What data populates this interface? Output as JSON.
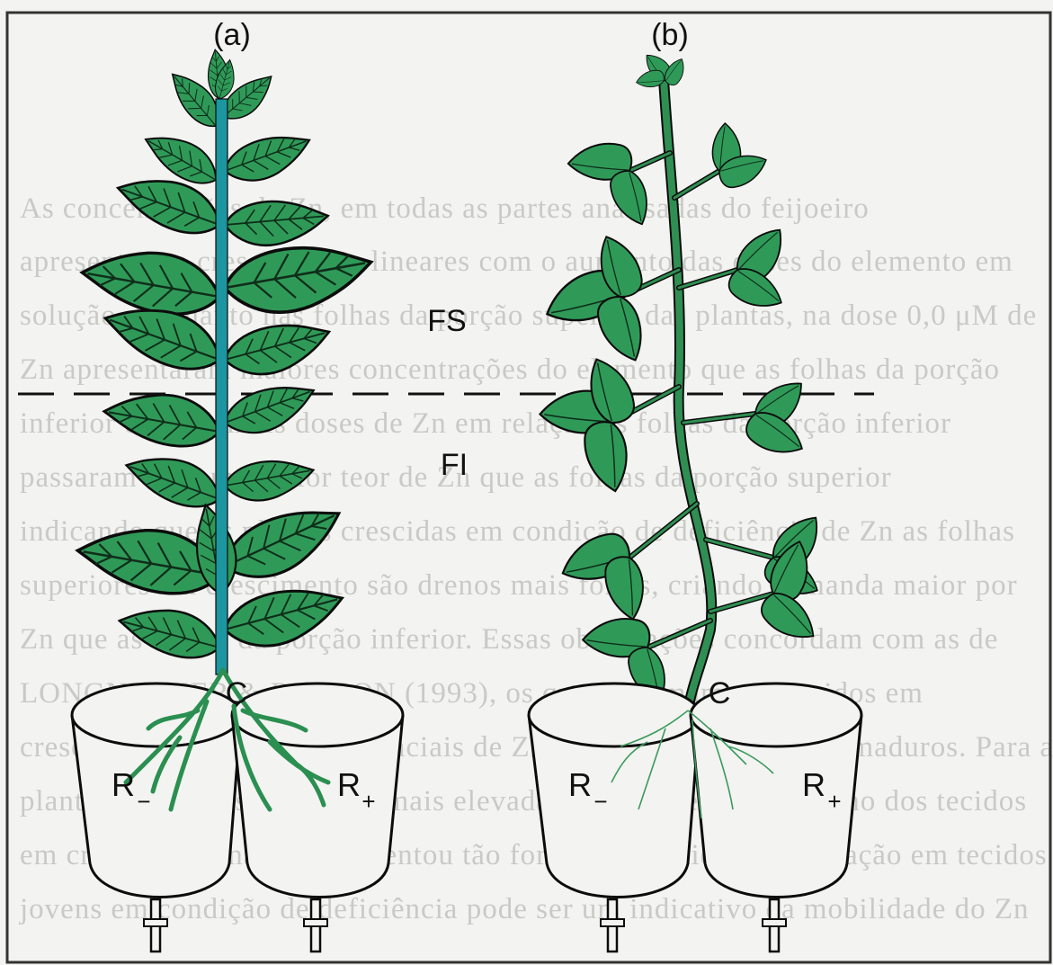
{
  "panel_labels": {
    "a": "(a)",
    "b": "(b)"
  },
  "zone_labels": {
    "upper": "FS",
    "lower": "FI"
  },
  "pot_labels": {
    "center": "C",
    "left_root": "R",
    "left_sub": "−",
    "right_root": "R",
    "right_sub": "+"
  },
  "background_text_lines": [
    "        As concentrações de Zn, em todas as partes analisadas do feijoeiro",
    "apresentaram crescimentos lineares com o aumento das doses do elemento em",
    "solução. Enquanto nas folhas da porção superior das plantas, na dose 0,0 μM de",
    "Zn apresentaram maiores concentrações do elemento que as folhas da porção",
    "inferior e nas demais doses de Zn em relação às folhas da porção inferior",
    "passaram a ter um maior teor de Zn que as folhas da porção superior",
    "indicando que as plantas crescidas em condição de deficiência de Zn as folhas",
    "superiores em crescimento são drenos mais fortes, criando demanda maior por",
    "Zn que as folhas da porção inferior. Essas observações concordam com as de",
    "LONGNECKER & ROBSON (1993), os quais afirmam que tecidos em",
    "crescimento são mais preferenciais de Zn em relação aos tecidos maduros. Para as",
    "plantas cultivadas nas doses mais elevadas de Zn, o efeito de dreno dos tecidos",
    "em crescimento não se apresentou tão forte. Essa maior concentração em tecidos",
    "jovens em condição de deficiência pode ser um indicativo da mobilidade do Zn"
  ],
  "colors": {
    "leaf": "#2f9a58",
    "leaf_vein": "#0f2e1a",
    "stem_a": "#1c96a0",
    "stem_b": "#2f8f52",
    "outline": "#0c0c0c",
    "background_text": "#c9c9c6"
  }
}
